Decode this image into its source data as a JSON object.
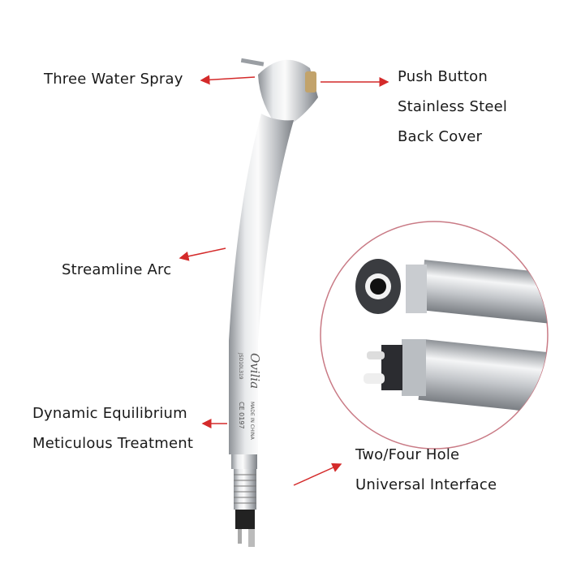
{
  "labels": {
    "water_spray": "Three Water Spray",
    "push_button": "Push Button",
    "stainless": "Stainless Steel",
    "back_cover": "Back Cover",
    "streamline": "Streamline Arc",
    "dynamic": "Dynamic Equilibrium",
    "meticulous": "Meticulous Treatment",
    "two_four": "Two/Four Hole",
    "universal": "Universal Interface"
  },
  "engraving": {
    "brand": "Ovilia",
    "model": "JSD10L319",
    "made_in": "MADE IN CHINA",
    "ce": "CE 0197"
  },
  "colors": {
    "arrow": "#d42a2a",
    "text": "#1a1a1a",
    "circle_border": "#c97a85"
  }
}
